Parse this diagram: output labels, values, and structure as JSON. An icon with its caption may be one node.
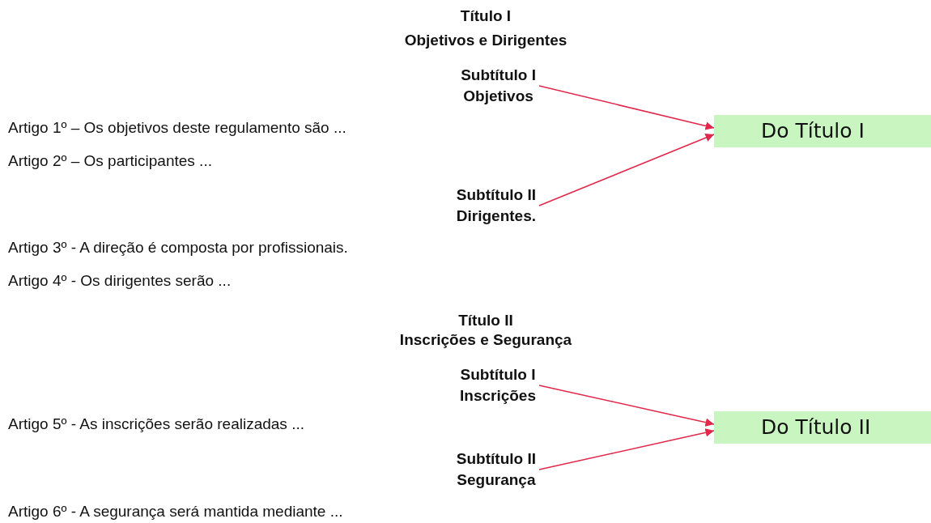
{
  "diagram": {
    "nodes": [
      {
        "text": [
          "Subtítulo I",
          "Objetivos"
        ]
      },
      {
        "text": [
          "Subtítulo II",
          "Dirigentes."
        ]
      },
      {
        "text": [
          "Do Título I"
        ]
      },
      {
        "text": [
          "Subtítulo I",
          "Inscrições"
        ]
      },
      {
        "text": [
          "Subtítulo II",
          "Segurança"
        ]
      },
      {
        "text": [
          "Do Título II"
        ]
      }
    ],
    "edges": [
      {
        "from": 0,
        "to": 2,
        "arrow": "to"
      },
      {
        "from": 1,
        "to": 2,
        "arrow": "to"
      },
      {
        "from": 3,
        "to": 5,
        "arrow": "to"
      },
      {
        "from": 4,
        "to": 5,
        "arrow": "to"
      }
    ],
    "labels": [
      "Título I",
      "Objetivos e Dirigentes",
      "Artigo 1º – Os objetivos deste regulamento são ...",
      "Artigo 2º – Os participantes ...",
      "Artigo 3º - A direção é composta por profissionais.",
      "Artigo 4º - Os dirigentes serão ...",
      "Título II",
      "Inscrições e Segurança",
      "Artigo 5º - As inscrições serão realizadas ...",
      "Artigo 6º - A segurança será mantida mediante ..."
    ]
  }
}
